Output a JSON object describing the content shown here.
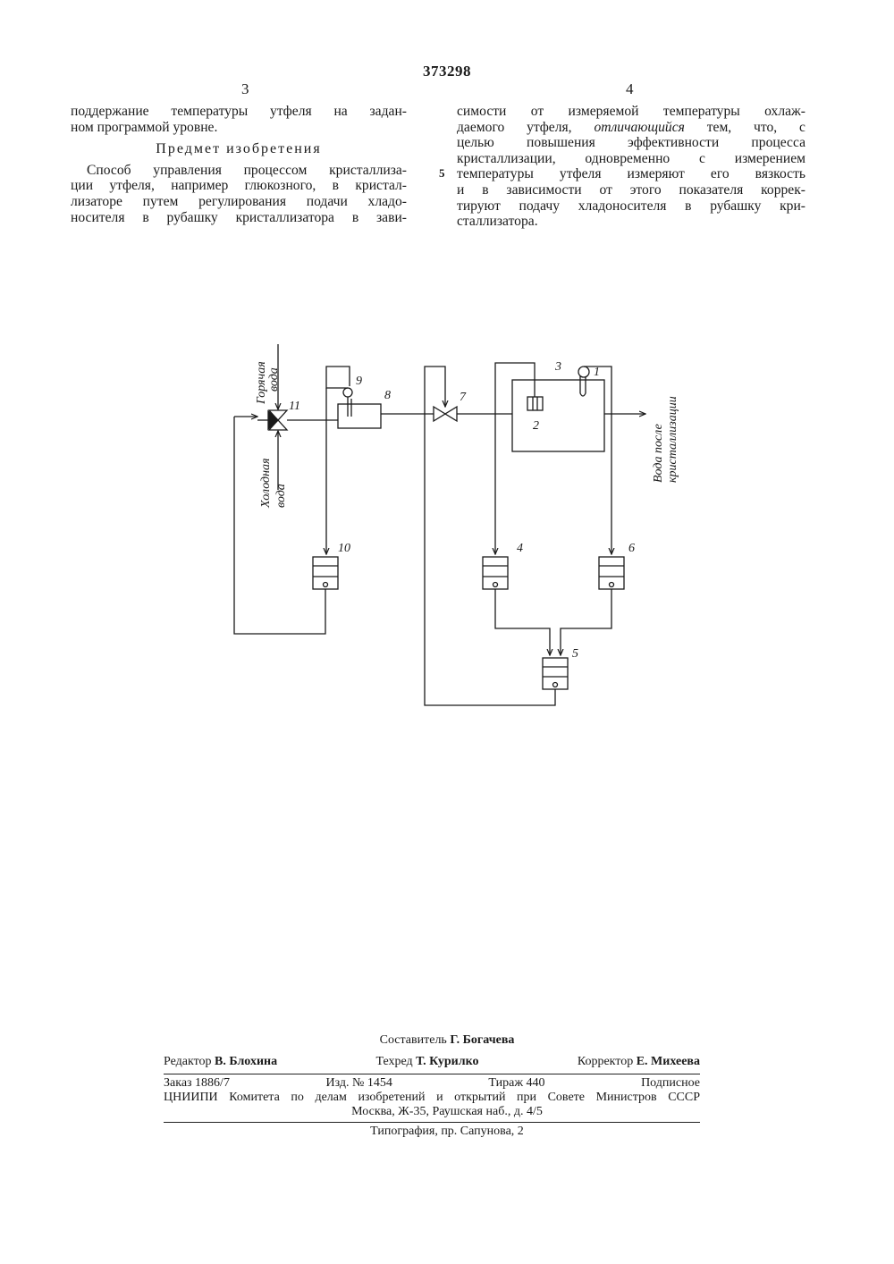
{
  "patent_number": "373298",
  "column_numbers": {
    "left": "3",
    "right": "4"
  },
  "margin_line_number": "5",
  "left_column": {
    "continuation_lines": [
      "поддержание температуры утфеля на задан-",
      "ном программой уровне."
    ],
    "heading": "Предмет изобретения",
    "claim_lines": [
      "Способ управления процессом кристаллиза-",
      "ции утфеля, например глюкозного, в кристал-",
      "лизаторе путем регулирования подачи хладо-",
      "носителя в рубашку кристаллизатора в зави-"
    ]
  },
  "right_column": {
    "lines": [
      "симости от измеряемой температуры охлаж-",
      "даемого утфеля, ",
      "целью повышения эффективности процесса",
      "кристаллизации, одновременно с измерением",
      "температуры утфеля измеряют его вязкость",
      "и в зависимости от этого показателя коррек-",
      "тируют подачу хладоносителя в рубашку кри-",
      "сталлизатора."
    ],
    "italic_phrase": "отличающийся",
    "line2_tail": " тем, что, с"
  },
  "diagram": {
    "labels": {
      "hot_water": [
        "Горячая",
        "вода"
      ],
      "cold_water": [
        "Холодная",
        "вода"
      ],
      "output_water": [
        "Вода после",
        "кристаллизации"
      ]
    },
    "component_numbers": {
      "n1": "1",
      "n2": "2",
      "n3": "3",
      "n4": "4",
      "n5": "5",
      "n6": "6",
      "n7": "7",
      "n8": "8",
      "n9": "9",
      "n10": "10",
      "n11": "11"
    }
  },
  "footer": {
    "compiler_label": "Составитель",
    "compiler_name": "Г. Богачева",
    "editor_label": "Редактор",
    "editor_name": "В. Блохина",
    "techred_label": "Техред",
    "techred_name": "Т. Курилко",
    "corrector_label": "Корректор",
    "corrector_name": "Е. Михеева",
    "order": "Заказ 1886/7",
    "edition": "Изд. № 1454",
    "circulation": "Тираж 440",
    "subscription": "Подписное",
    "org_line": "ЦНИИПИ Комитета по делам изобретений и открытий при Совете Министров СССР",
    "address_line": "Москва, Ж-35, Раушская наб., д. 4/5",
    "printer_line": "Типография, пр. Сапунова, 2"
  }
}
